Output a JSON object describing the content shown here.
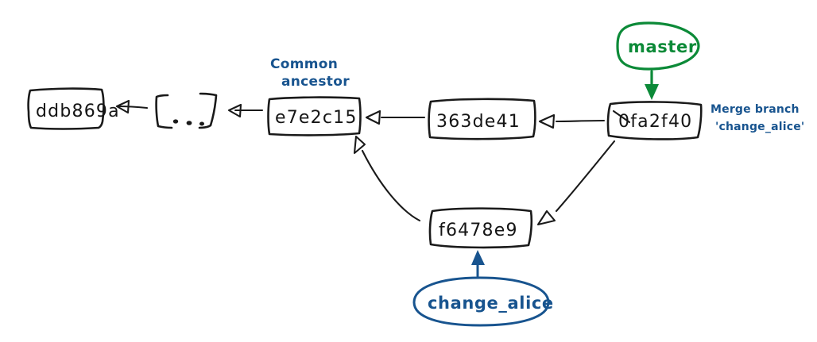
{
  "diagram": {
    "title": "Git merge commit graph",
    "background_color": "#ffffff",
    "ink_color": "#1a1a1a",
    "accent_blue": "#18548f",
    "accent_green": "#0c8a38",
    "style": "hand-drawn sketch"
  },
  "commits": [
    {
      "id": "ddb869a",
      "label": "ddb869a"
    },
    {
      "id": "ellipsis",
      "label": "[ ... ]"
    },
    {
      "id": "e7e2c15",
      "label": "e7e2c15"
    },
    {
      "id": "363de41",
      "label": "363de41"
    },
    {
      "id": "0fa2f40",
      "label": "0fa2f40"
    },
    {
      "id": "f6478e9",
      "label": "f6478e9"
    }
  ],
  "annotations": [
    {
      "id": "common-ancestor",
      "line1": "Common",
      "line2": "ancestor",
      "color": "#18548f"
    },
    {
      "id": "merge-message",
      "line1": "Merge branch",
      "line2": "'change_alice'",
      "color": "#18548f"
    }
  ],
  "branches": [
    {
      "id": "master",
      "label": "master",
      "color": "#0c8a38",
      "points_to": "0fa2f40"
    },
    {
      "id": "change-alice",
      "label": "change_alice",
      "color": "#18548f",
      "points_to": "f6478e9"
    }
  ],
  "edges": [
    {
      "from": "ellipsis",
      "to": "ddb869a"
    },
    {
      "from": "e7e2c15",
      "to": "ellipsis"
    },
    {
      "from": "363de41",
      "to": "e7e2c15"
    },
    {
      "from": "0fa2f40",
      "to": "363de41"
    },
    {
      "from": "f6478e9",
      "to": "e7e2c15"
    },
    {
      "from": "0fa2f40",
      "to": "f6478e9"
    }
  ]
}
